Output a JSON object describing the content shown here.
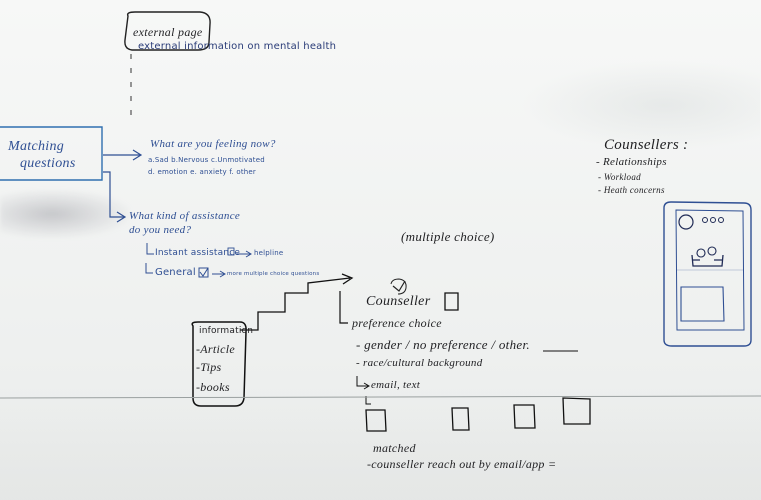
{
  "external_page": {
    "title": "external page",
    "subtitle": "external information on mental health"
  },
  "matching": {
    "box_line1": "Matching",
    "box_line2": "questions",
    "q1": {
      "question": "What are you feeling now?",
      "row1": "a.Sad  b.Nervous  c.Unmotivated",
      "row2": "d. emotion   e. anxiety        f. other"
    },
    "q2": {
      "question_line1": "What kind of assistance",
      "question_line2": "do you need?",
      "instant": "Instant assistance",
      "instant_target": "helpline",
      "general": "General",
      "general_target": "more multiple choice questions"
    }
  },
  "information": {
    "title": "information",
    "items": [
      "-Article",
      "-Tips",
      "-books"
    ]
  },
  "multiple_choice_note": "(multiple choice)",
  "counsellor_flow": {
    "label": "Counseller",
    "preference": "preference choice",
    "options": [
      "- gender / no preference / other.",
      "- race/cultural background"
    ],
    "contact": "email, text",
    "matched": "matched",
    "reach_out": "-counseller reach out by email/app ="
  },
  "counsellors_panel": {
    "title": "Counsellers :",
    "items": [
      "- Relationships",
      "- Workload",
      "- Heath concerns"
    ]
  },
  "colors": {
    "marker_blue": "#2f4f93",
    "marker_black": "#1f1f22",
    "board": "#f4f5f4"
  }
}
